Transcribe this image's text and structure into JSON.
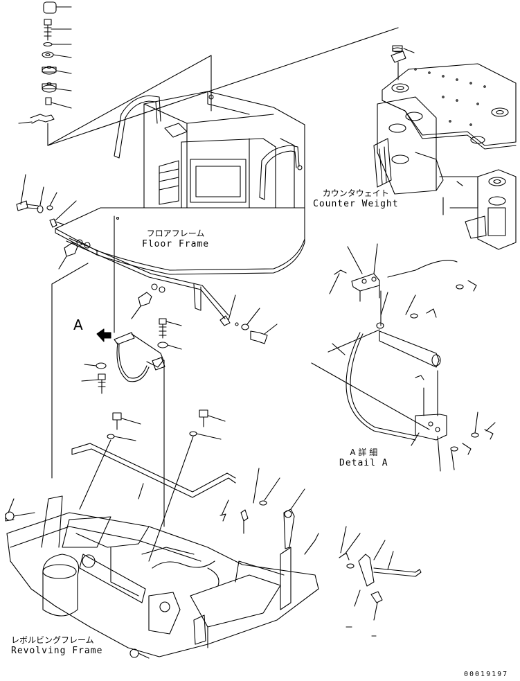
{
  "labels": {
    "floor_frame_jp": "フロアフレーム",
    "floor_frame_en": "Floor Frame",
    "counter_weight_jp": "カウンタウェイト",
    "counter_weight_en": "Counter Weight",
    "detail_jp": "A 詳 細",
    "detail_en": "Detail A",
    "revolving_frame_jp": "レボルビングフレーム",
    "revolving_frame_en": "Revolving Frame",
    "view_arrow": "A",
    "drawing_number": "00019197"
  },
  "colors": {
    "line": "#000000",
    "background": "#ffffff"
  }
}
